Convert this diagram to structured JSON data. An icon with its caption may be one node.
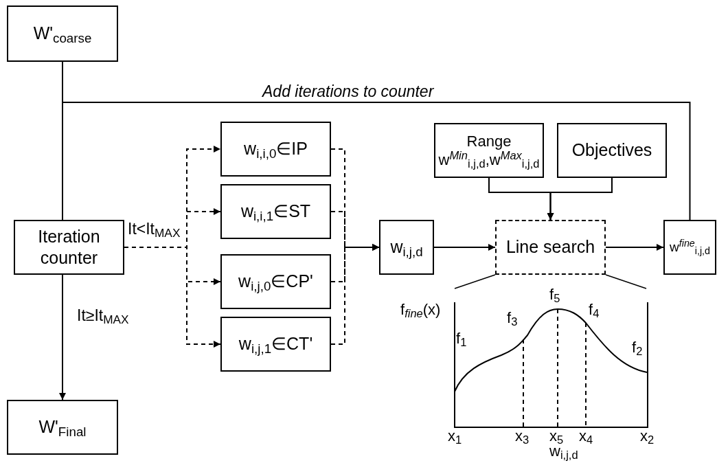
{
  "diagram": {
    "nodes": [
      {
        "text": [
          "W'$_{coarse}$"
        ]
      },
      {
        "text": [
          "Iteration counter"
        ]
      },
      {
        "text": [
          "W'$_{Final}$"
        ]
      },
      {
        "text": [
          "w$_{i,i,0}$∈IP"
        ]
      },
      {
        "text": [
          "w$_{i,i,1}$∈ST"
        ]
      },
      {
        "text": [
          "w$_{i,j,0}$∈CP'"
        ]
      },
      {
        "text": [
          "w$_{i,j,1}$∈CT'"
        ]
      },
      {
        "text": [
          "w$_{i,j,d}$"
        ]
      },
      {
        "text": [
          "Range",
          "w$^{Min}$$_{i,j,d}$,w$^{Max}$$_{i,j,d}$"
        ]
      },
      {
        "text": [
          "Objectives"
        ]
      },
      {
        "text": [
          "Line search"
        ]
      },
      {
        "text": [
          "w$^{fine}$$_{i,j,d}$"
        ]
      }
    ],
    "edges": [
      {
        "from": 0,
        "to": 1,
        "arrow": "none"
      },
      {
        "from": 11,
        "to": 1,
        "arrow": "none",
        "label": "Add iterations to counter"
      },
      {
        "from": 1,
        "to": 2,
        "arrow": "to",
        "label": "It≥It$_{MAX}$"
      },
      {
        "from": 1,
        "to": 3,
        "arrow": "to",
        "style": "dashed",
        "label": "It<It$_{MAX}$"
      },
      {
        "from": 1,
        "to": 4,
        "arrow": "to",
        "style": "dashed"
      },
      {
        "from": 1,
        "to": 5,
        "arrow": "to",
        "style": "dashed"
      },
      {
        "from": 1,
        "to": 6,
        "arrow": "to",
        "style": "dashed"
      },
      {
        "from": 3,
        "to": 7,
        "arrow": "to",
        "style": "dashed"
      },
      {
        "from": 4,
        "to": 7,
        "arrow": "to",
        "style": "dashed"
      },
      {
        "from": 5,
        "to": 7,
        "arrow": "to",
        "style": "dashed"
      },
      {
        "from": 6,
        "to": 7,
        "arrow": "to",
        "style": "dashed"
      },
      {
        "from": 7,
        "to": 10,
        "arrow": "to"
      },
      {
        "from": 8,
        "to": 10,
        "arrow": "to"
      },
      {
        "from": 9,
        "to": 10,
        "arrow": "to"
      },
      {
        "from": 10,
        "to": 11,
        "arrow": "to"
      }
    ],
    "labels": [
      "f$_{fine}$(x)",
      "f$_{1}$",
      "f$_{3}$",
      "f$_{5}$",
      "f$_{4}$",
      "f$_{2}$",
      "x$_{1}$",
      "x$_{3}$",
      "x$_{5}$",
      "x$_{4}$",
      "x$_{2}$",
      "w$_{i,j,d}$"
    ]
  }
}
